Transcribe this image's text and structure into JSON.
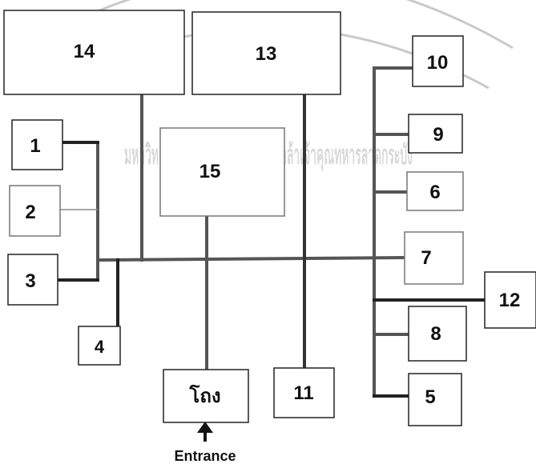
{
  "watermark": {
    "text": "มหาวิทยาลัยเทคโนโลยีพระจอมเกล้าเจ้าคุณทหารลาดกระบัง",
    "color": "#c9c9c9"
  },
  "rooms": {
    "r1": "1",
    "r2": "2",
    "r3": "3",
    "r4": "4",
    "r5": "5",
    "r6": "6",
    "r7": "7",
    "r8": "8",
    "r9": "9",
    "r10": "10",
    "r11": "11",
    "r12": "12",
    "r13": "13",
    "r14": "14",
    "r15": "15",
    "hall": "โถง"
  },
  "entrance": {
    "label": "Entrance"
  },
  "colors": {
    "corridor": "#555555",
    "corridor_dark": "#222222",
    "box_border": "#222222"
  }
}
